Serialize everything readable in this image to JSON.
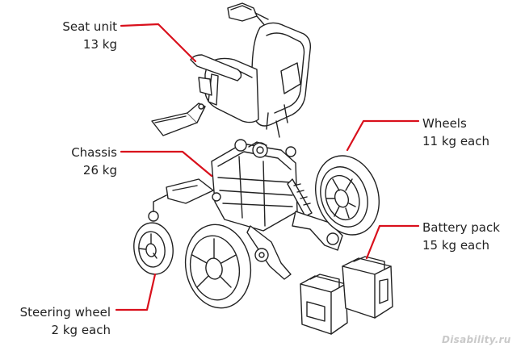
{
  "colors": {
    "leader": "#d9101c",
    "ink": "#222222",
    "watermark": "#c9c9c9"
  },
  "labels": {
    "seat": {
      "name": "Seat unit",
      "weight": "13 kg"
    },
    "chassis": {
      "name": "Chassis",
      "weight": "26 kg"
    },
    "wheels": {
      "name": "Wheels",
      "weight": "11 kg each"
    },
    "battery": {
      "name": "Battery pack",
      "weight": "15 kg each"
    },
    "steer": {
      "name": "Steering wheel",
      "weight": "2 kg each"
    }
  },
  "watermark": "Disability.ru"
}
